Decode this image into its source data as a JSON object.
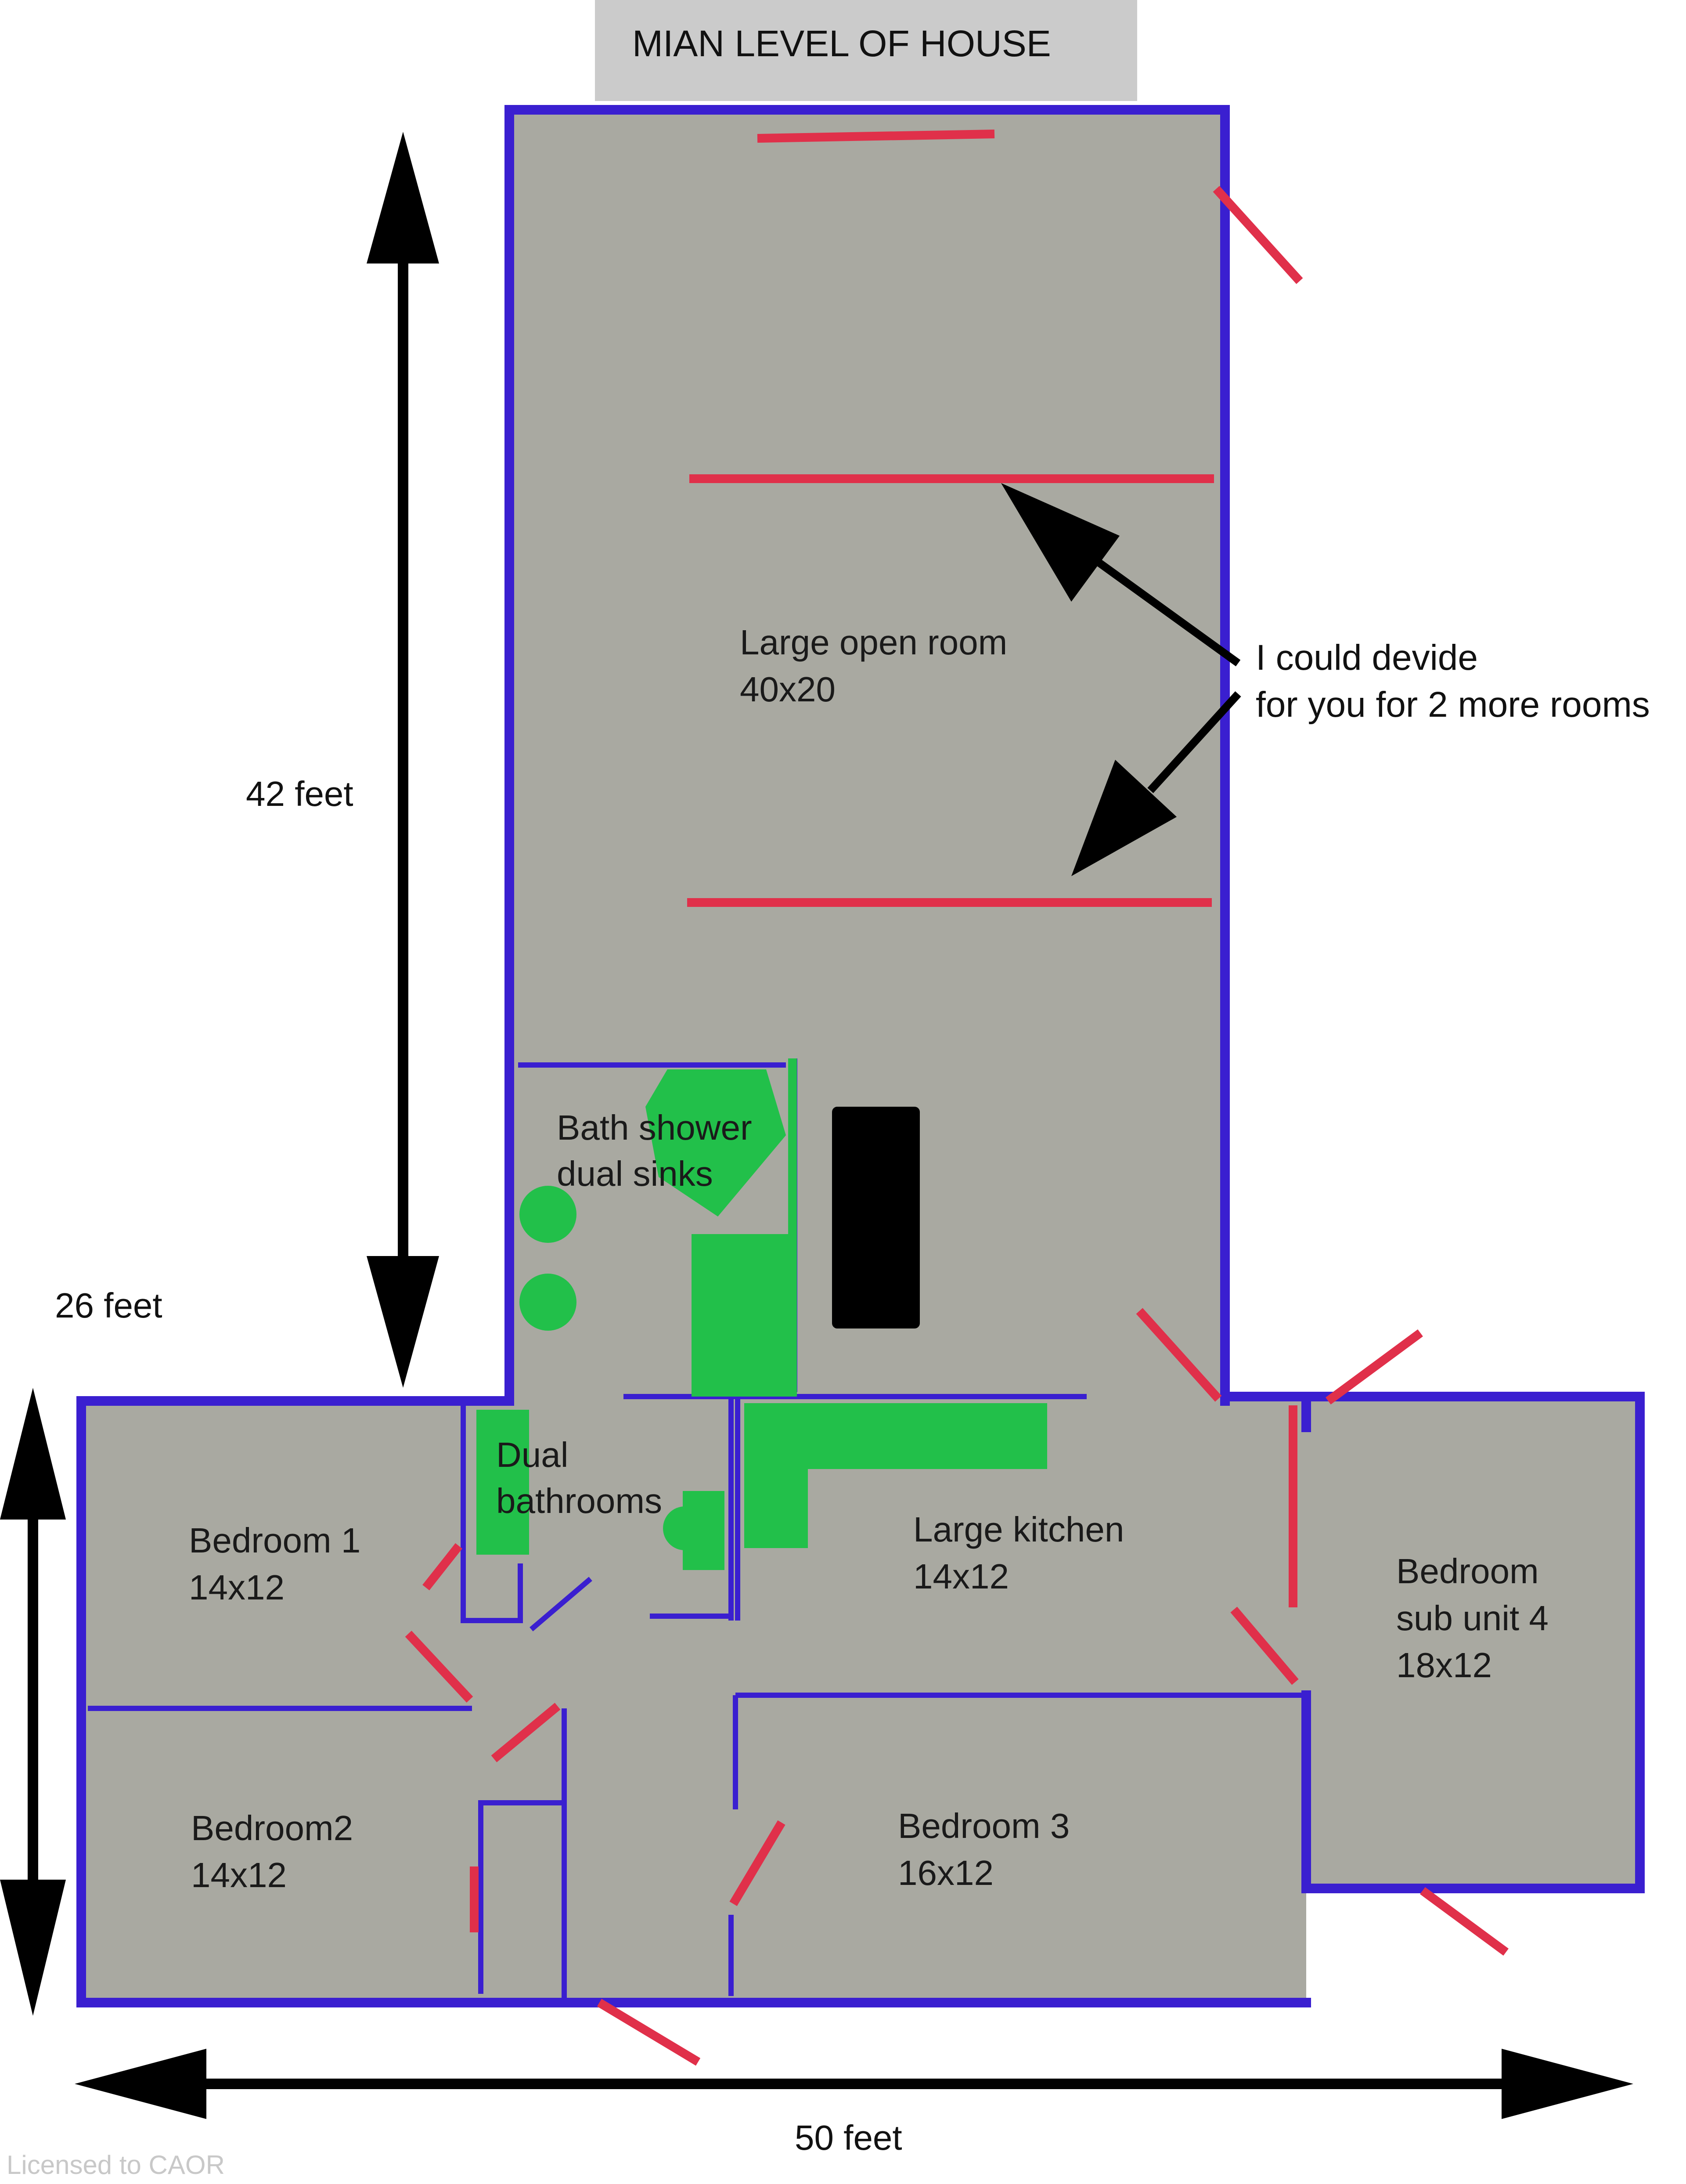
{
  "title": "MIAN LEVEL OF HOUSE",
  "dimensions": {
    "vertical_upper": "42 feet",
    "vertical_lower": "26 feet",
    "horizontal": "50 feet"
  },
  "rooms": {
    "open_room": {
      "name": "Large open room",
      "size": "40x20"
    },
    "bath": {
      "line1": "Bath shower",
      "line2": "dual sinks"
    },
    "dual_bath": {
      "line1": "Dual",
      "line2": "bathrooms"
    },
    "bedroom1": {
      "name": "Bedroom 1",
      "size": "14x12"
    },
    "bedroom2": {
      "name": "Bedroom2",
      "size": "14x12"
    },
    "bedroom3": {
      "name": "Bedroom 3",
      "size": "16x12"
    },
    "kitchen": {
      "name": "Large kitchen",
      "size": "14x12"
    },
    "bedroom4": {
      "line1": "Bedroom",
      "line2": "sub unit 4",
      "size": "18x12"
    }
  },
  "annotation": {
    "line1": "I could devide",
    "line2": "for you for 2 more rooms"
  },
  "credit": "Licensed to CAOR",
  "colors": {
    "floor": "#a9a9a1",
    "wall": "#3a1fd0",
    "door": "#e0304a",
    "fixture": "#22c04a",
    "island": "#000000",
    "title_bg": "#cbcbcb"
  }
}
